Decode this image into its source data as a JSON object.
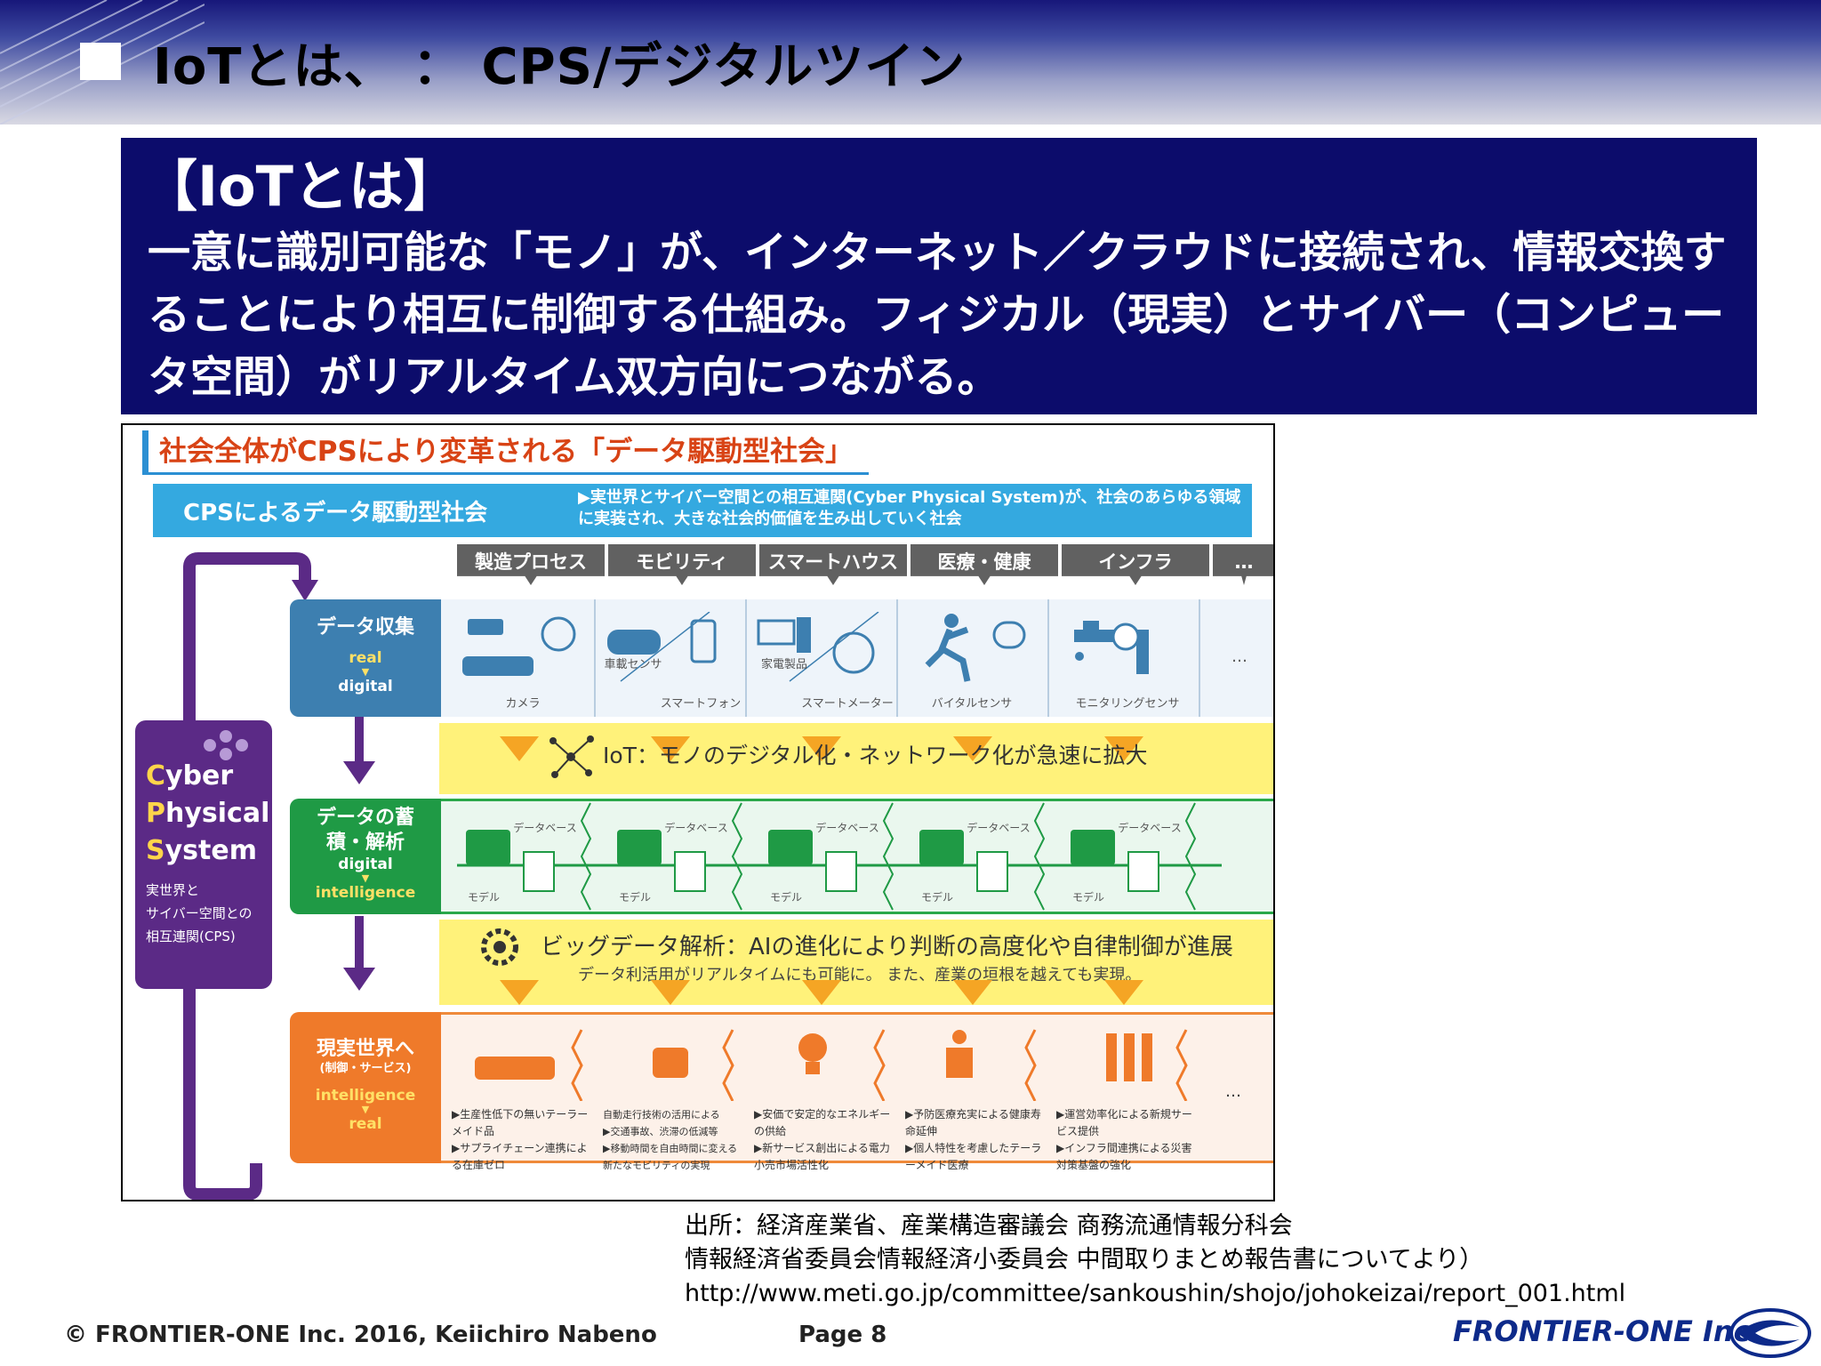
{
  "slide": {
    "title": "IoTとは、 ： CPS/デジタルツイン"
  },
  "definition": {
    "heading": "【IoTとは】",
    "body": "一意に識別可能な「モノ」が、インターネット／クラウドに接続され、情報交換することにより相互に制御する仕組み。フィジカル（現実）とサイバー（コンピュータ空間）がリアルタイム双方向につながる。"
  },
  "figure": {
    "title": "社会全体がCPSにより変革される「データ駆動型社会」",
    "banner_label": "CPSによるデータ駆動型社会",
    "banner_desc": "▶実世界とサイバー空間との相互連関(Cyber Physical System)が、社会のあらゆる領域に実装され、大きな社会的価値を生み出していく社会",
    "columns": [
      "製造プロセス",
      "モビリティ",
      "スマートハウス",
      "医療・健康",
      "インフラ",
      "…"
    ],
    "cps_card": {
      "c": "C",
      "yber": "yber",
      "p": "P",
      "hysical": "hysical",
      "s": "S",
      "ystem": "ystem",
      "desc_line1": "実世界と",
      "desc_line2": "サイバー空間との",
      "desc_line3": "相互連関(CPS)"
    },
    "rows": {
      "collect": {
        "label": "データ収集",
        "from": "real",
        "to": "digital"
      },
      "accum": {
        "label": "データの蓄積・解析",
        "from": "digital",
        "to": "intelligence"
      },
      "real": {
        "label": "現実世界へ",
        "sub": "(制御・サービス)",
        "from": "intelligence",
        "to": "real"
      }
    },
    "sensors": [
      {
        "top": "",
        "bottom": "カメラ"
      },
      {
        "top": "車載センサ",
        "bottom": "スマートフォン"
      },
      {
        "top": "家電製品",
        "bottom": "スマートメーター"
      },
      {
        "top": "",
        "bottom": "バイタルセンサ"
      },
      {
        "top": "",
        "bottom": "モニタリングセンサ"
      },
      {
        "top": "",
        "bottom": "…"
      }
    ],
    "iot_text": "IoT：モノのデジタル化・ネットワーク化が急速に拡大",
    "db_label": "データベース",
    "model_label": "モデル",
    "bigdata_text": "ビッグデータ解析：AIの進化により判断の高度化や自律制御が進展",
    "bigdata_sub": "データ利活用がリアルタイムにも可能に。 また、産業の垣根を越えても実現。",
    "outcomes": [
      "▶生産性低下の無いテーラーメイド品\n▶サプライチェーン連携による在庫ゼロ",
      "自動走行技術の活用による\n▶交通事故、渋滞の低減等\n▶移動時間を自由時間に変える新たなモビリティの実現",
      "▶安価で安定的なエネルギーの供給\n▶新サービス創出による電力小売市場活性化",
      "▶予防医療充実による健康寿命延伸\n▶個人特性を考慮したテーラーメイド医療",
      "▶運営効率化による新規サービス提供\n▶インフラ間連携による災害対策基盤の強化",
      "…"
    ]
  },
  "source": {
    "line1": "出所：経済産業省、産業構造審議会 商務流通情報分科会",
    "line2": "情報経済省委員会情報経済小委員会 中間取りまとめ報告書についてより）",
    "line3": "http://www.meti.go.jp/committee/sankoushin/shojo/johokeizai/report_001.html"
  },
  "footer": {
    "copyright": "© FRONTIER-ONE Inc. 2016,  Keiichiro  Nabeno",
    "page": "Page 8",
    "logo_text": "FRONTIER-ONE Inc."
  },
  "colors": {
    "header_dark": "#17177a",
    "definition_bg": "#0c0c6b",
    "figure_title": "#d84315",
    "banner": "#34a9e0",
    "collect_row": "#3d7fb0",
    "accum_row": "#1f9a45",
    "real_row": "#ef7a2a",
    "cps_purple": "#5b2a86",
    "highlight_yellow": "#fff27a"
  }
}
